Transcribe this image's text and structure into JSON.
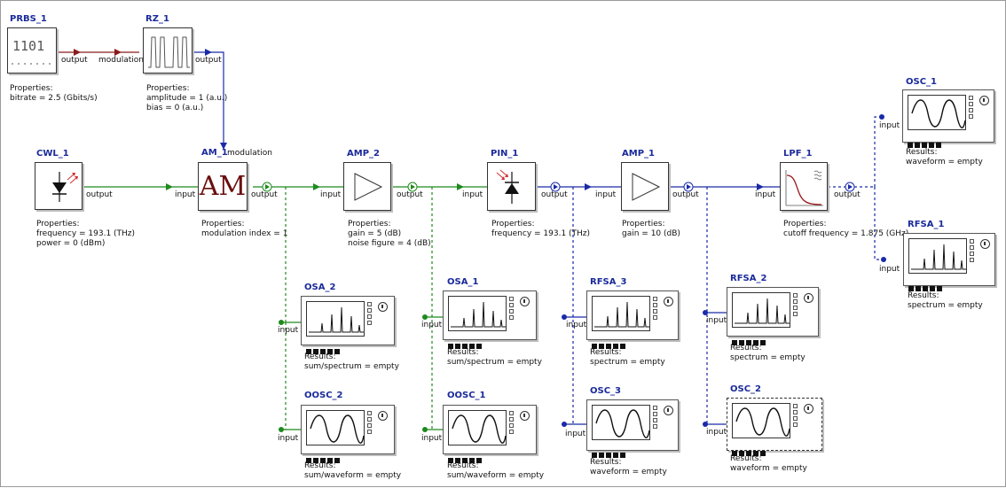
{
  "components": {
    "prbs1": {
      "name": "PRBS_1",
      "port": "output",
      "props_title": "Properties:",
      "props": [
        "bitrate = 2.5 (Gbits/s)"
      ],
      "icon_text": "1101"
    },
    "rz1": {
      "name": "RZ_1",
      "in_port": "modulation",
      "out_port": "output",
      "props_title": "Properties:",
      "props": [
        "amplitude = 1 (a.u.)",
        "bias = 0 (a.u.)"
      ]
    },
    "cwl1": {
      "name": "CWL_1",
      "port": "output",
      "props_title": "Properties:",
      "props": [
        "frequency = 193.1 (THz)",
        "power = 0 (dBm)"
      ]
    },
    "am1": {
      "name": "AM_1",
      "mod_port": "modulation",
      "in_port": "input",
      "out_port": "output",
      "icon_text": "AM",
      "props_title": "Properties:",
      "props": [
        "modulation index = 1"
      ]
    },
    "amp2": {
      "name": "AMP_2",
      "in_port": "input",
      "out_port": "output",
      "props_title": "Properties:",
      "props": [
        "gain = 5 (dB)",
        "noise figure = 4 (dB)"
      ]
    },
    "pin1": {
      "name": "PIN_1",
      "in_port": "input",
      "out_port": "output",
      "props_title": "Properties:",
      "props": [
        "frequency = 193.1 (THz)"
      ]
    },
    "amp1": {
      "name": "AMP_1",
      "in_port": "input",
      "out_port": "output",
      "props_title": "Properties:",
      "props": [
        "gain = 10 (dB)"
      ]
    },
    "lpf1": {
      "name": "LPF_1",
      "in_port": "input",
      "out_port": "output",
      "props_title": "Properties:",
      "props": [
        "cutoff frequency = 1.875 (GHz)"
      ]
    }
  },
  "instruments": {
    "osc1": {
      "name": "OSC_1",
      "port": "input",
      "results_title": "Results:",
      "results": "waveform = empty"
    },
    "rfsa1": {
      "name": "RFSA_1",
      "port": "input",
      "results_title": "Results:",
      "results": "spectrum = empty"
    },
    "osa2": {
      "name": "OSA_2",
      "port": "input",
      "results_title": "Results:",
      "results": "sum/spectrum = empty"
    },
    "oosc2": {
      "name": "OOSC_2",
      "port": "input",
      "results_title": "Results:",
      "results": "sum/waveform = empty"
    },
    "osa1": {
      "name": "OSA_1",
      "port": "input",
      "results_title": "Results:",
      "results": "sum/spectrum = empty"
    },
    "oosc1": {
      "name": "OOSC_1",
      "port": "input",
      "results_title": "Results:",
      "results": "sum/waveform = empty"
    },
    "rfsa3": {
      "name": "RFSA_3",
      "port": "input",
      "results_title": "Results:",
      "results": "spectrum = empty"
    },
    "osc3": {
      "name": "OSC_3",
      "port": "input",
      "results_title": "Results:",
      "results": "waveform = empty"
    },
    "rfsa2": {
      "name": "RFSA_2",
      "port": "input",
      "results_title": "Results:",
      "results": "spectrum = empty"
    },
    "osc2": {
      "name": "OSC_2",
      "port": "input",
      "results_title": "Results:",
      "results": "waveform = empty"
    }
  },
  "colors": {
    "electrical": "#8b1a1a",
    "optical": "#1e8a1e",
    "electrical_out": "#1a2aa8",
    "label_name": "#1a2a9a"
  }
}
